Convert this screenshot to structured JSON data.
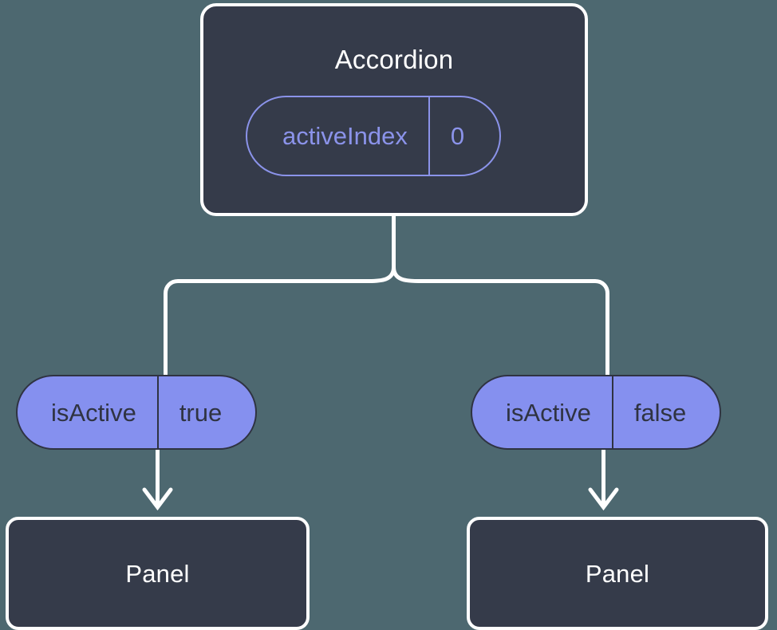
{
  "diagram": {
    "type": "component-state-tree",
    "background_color": "#4d6870",
    "node_fill_color": "#353b4a",
    "node_border_color": "#ffffff",
    "pill_fill_color": "#8590ef",
    "pill_outline_color": "#8b93ea",
    "pill_text_color": "#2f3342",
    "connector_color": "#ffffff",
    "root": {
      "title": "Accordion",
      "state": {
        "key": "activeIndex",
        "value": "0"
      }
    },
    "children": [
      {
        "prop": {
          "key": "isActive",
          "value": "true"
        },
        "title": "Panel"
      },
      {
        "prop": {
          "key": "isActive",
          "value": "false"
        },
        "title": "Panel"
      }
    ]
  }
}
